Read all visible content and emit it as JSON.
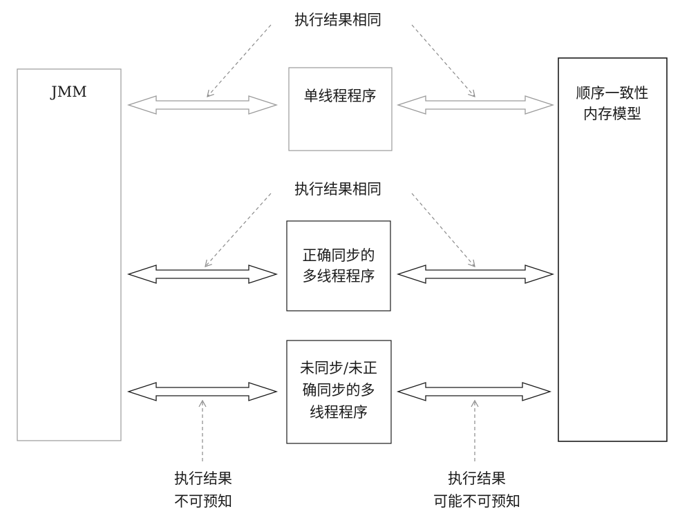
{
  "left_box": {
    "label": "JMM"
  },
  "right_box": {
    "lines": [
      "顺序一致性",
      "内存模型"
    ]
  },
  "center_boxes": [
    {
      "lines": [
        "单线程程序"
      ]
    },
    {
      "lines": [
        "正确同步的",
        "多线程程序"
      ]
    },
    {
      "lines": [
        "未同步/未正",
        "确同步的多",
        "线程程序"
      ]
    }
  ],
  "annotations": {
    "top_same_result": "执行结果相同",
    "middle_same_result": "执行结果相同",
    "bottom_left": [
      "执行结果",
      "不可预知"
    ],
    "bottom_right": [
      "执行结果",
      "可能不可预知"
    ]
  },
  "colors": {
    "stroke_dark": "#1a1a1a",
    "stroke_light": "#9a9a9a",
    "dashed": "#8a8a8a"
  }
}
